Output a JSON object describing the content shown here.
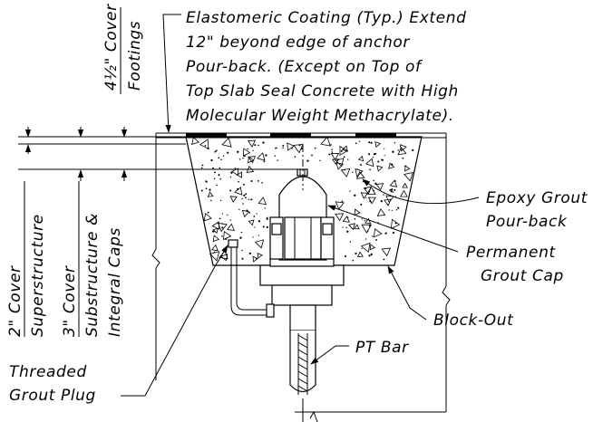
{
  "labels": {
    "coating": [
      "Elastomeric Coating (Typ.) Extend",
      "12\" beyond edge of anchor",
      "Pour-back. (Except on Top of",
      "Top Slab Seal Concrete with High",
      "Molecular Weight Methacrylate)."
    ],
    "footings_cover": [
      "4½\" Cover",
      "Footings"
    ],
    "superstructure_cover": [
      "2\" Cover",
      "Superstructure"
    ],
    "substructure_cover": [
      "3\" Cover",
      "Substructure &",
      "Integral Caps"
    ],
    "epoxy": [
      "Epoxy Grout",
      "Pour-back"
    ],
    "grout_cap": [
      "Permanent",
      "Grout Cap"
    ],
    "block_out": "Block-Out",
    "pt_bar": "PT Bar",
    "grout_plug": [
      "Threaded",
      "Grout Plug"
    ]
  },
  "icons": [
    "leader-arrow-icon",
    "break-line-icon"
  ]
}
